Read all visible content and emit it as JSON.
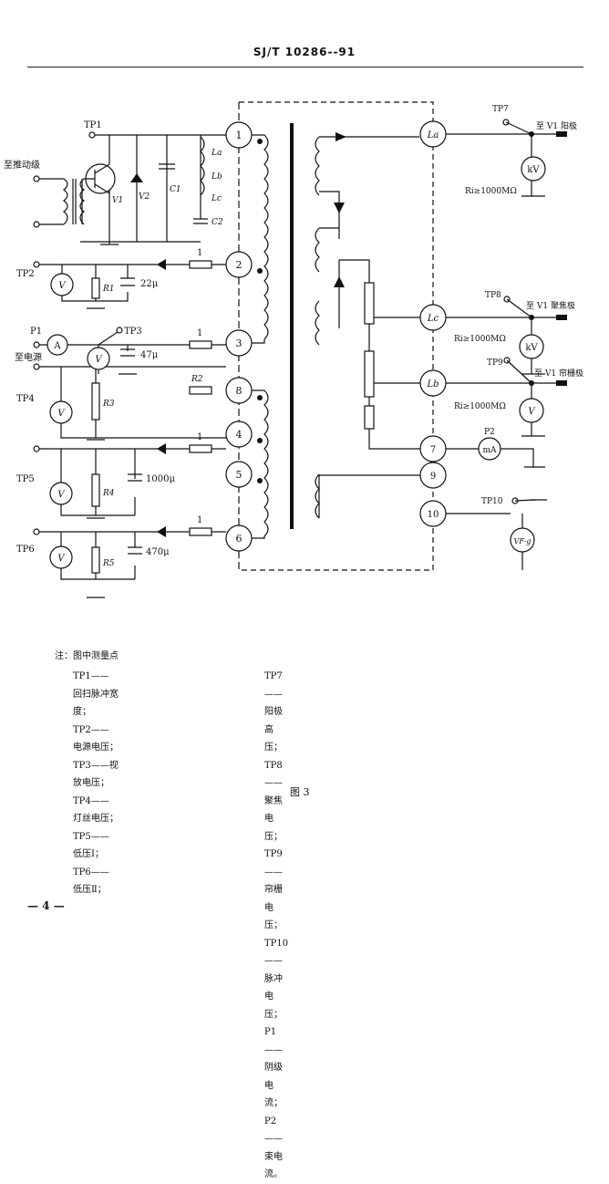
{
  "header": {
    "standard_number": "SJ/T 10286--91"
  },
  "diagram": {
    "left_labels": {
      "drive_stage": "至推动级",
      "tp1": "TP1",
      "tp2": "TP2",
      "tp3": "TP3",
      "tp4": "TP4",
      "tp5": "TP5",
      "tp6": "TP6",
      "p1": "P1",
      "power_supply": "至电源",
      "v1": "V1",
      "v2": "V2",
      "c1": "C1",
      "c2": "C2",
      "la": "La",
      "lb": "Lb",
      "lc": "Lc",
      "r1": "R1",
      "r2": "R2",
      "r3": "R3",
      "r4": "R4",
      "r5": "R5",
      "res_1a": "1",
      "res_1b": "1",
      "res_1c": "1",
      "res_1d": "1",
      "cap_22": "22μ",
      "cap_47": "47μ",
      "cap_1000": "1000μ",
      "cap_470": "470μ"
    },
    "pins_left": [
      "1",
      "2",
      "3",
      "8",
      "4",
      "5",
      "6"
    ],
    "pins_right": [
      "La",
      "Lc",
      "Lb",
      "7",
      "9",
      "10"
    ],
    "meters": {
      "volt": "V",
      "amp": "A",
      "kilovolt": "kV",
      "milliamp": "mA",
      "vfg": "VF-g"
    },
    "right_labels": {
      "tp7": "TP7",
      "tp8": "TP8",
      "tp9": "TP9",
      "tp10": "TP10",
      "p2": "P2",
      "to_anode": "至 V1 阳极",
      "to_focus": "至 V1 聚焦极",
      "to_grid": "至 V1 帘栅极",
      "r_anode": "Ri≥1000MΩ",
      "r_focus": "Ri≥1000MΩ",
      "r_grid": "Ri≥1000MΩ"
    }
  },
  "notes": {
    "title": "注：图中测量点",
    "left": [
      "TP1—— 回扫脉冲宽度；",
      "TP2—— 电源电压；",
      "TP3——视放电压；",
      "TP4—— 灯丝电压；",
      "TP5—— 低压Ⅰ；",
      "TP6—— 低压Ⅱ；"
    ],
    "right": [
      "TP7—— 阳极高压；",
      "TP8—— 聚焦电压；",
      "TP9—— 帘栅电压；",
      "TP10—— 脉冲电压；",
      "P1—— 阴级电流；",
      "P2—— 束电流。"
    ]
  },
  "figure_caption": "图 3",
  "footer": {
    "page": "— 4 —"
  }
}
